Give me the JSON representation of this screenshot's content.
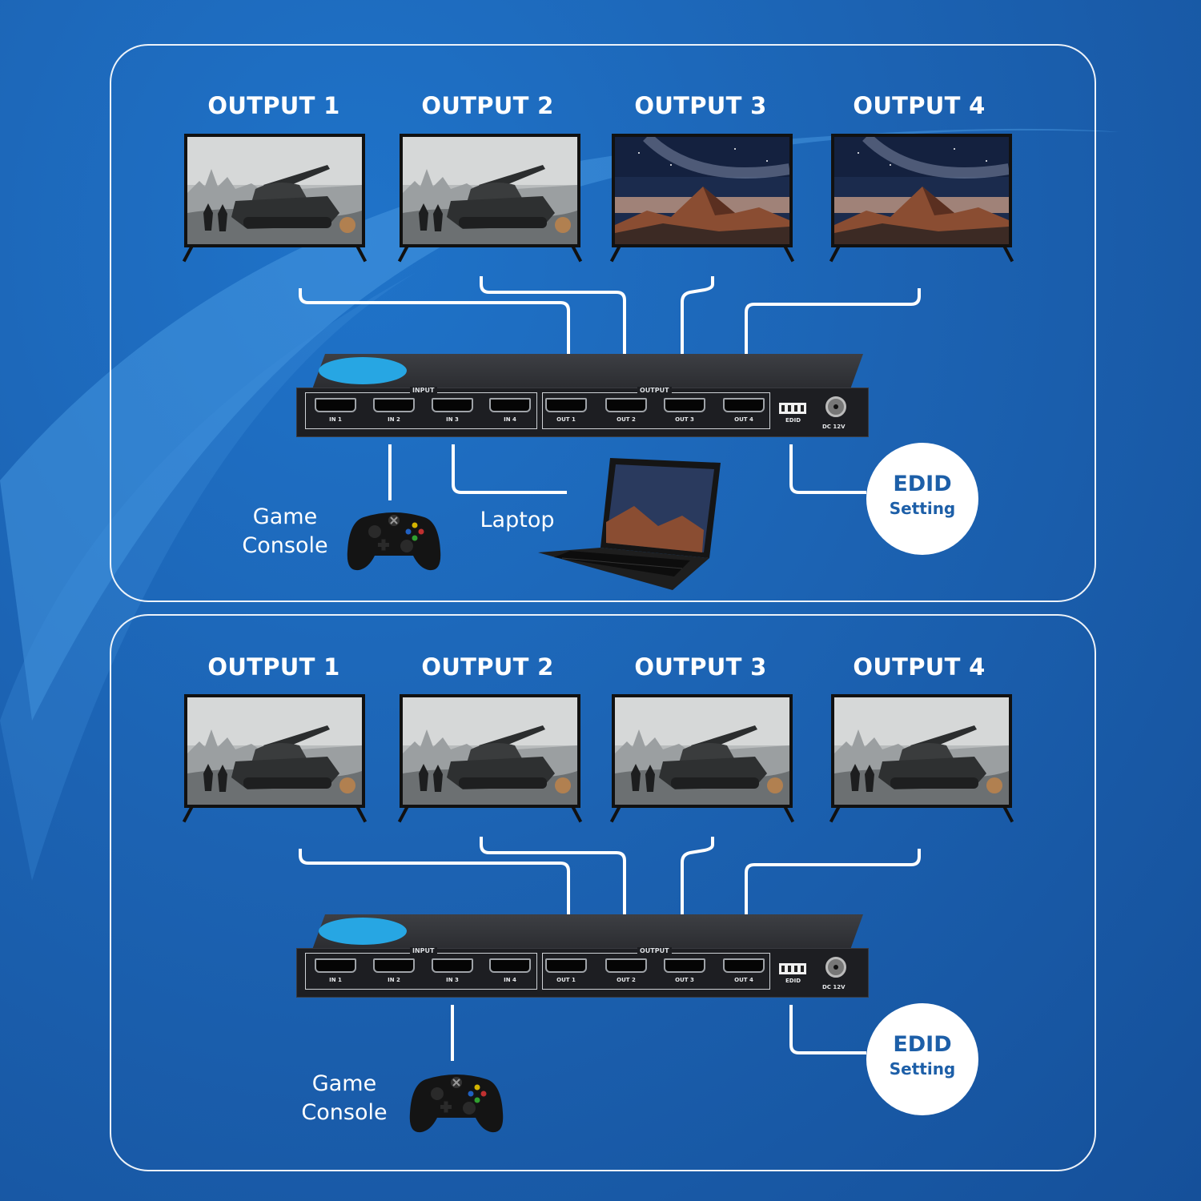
{
  "scenarios": [
    {
      "outputs": [
        "OUTPUT 1",
        "OUTPUT 2",
        "OUTPUT 3",
        "OUTPUT 4"
      ],
      "screens": [
        "tank",
        "tank",
        "mountain",
        "mountain"
      ],
      "game_console": "Game\nConsole",
      "laptop": "Laptop",
      "edid": {
        "title": "EDID",
        "subtitle": "Setting"
      }
    },
    {
      "outputs": [
        "OUTPUT 1",
        "OUTPUT 2",
        "OUTPUT 3",
        "OUTPUT 4"
      ],
      "screens": [
        "tank",
        "tank",
        "tank",
        "tank"
      ],
      "game_console": "Game\nConsole",
      "edid": {
        "title": "EDID",
        "subtitle": "Setting"
      }
    }
  ],
  "matrix": {
    "input_title": "INPUT",
    "output_title": "OUTPUT",
    "inputs": [
      "IN 1",
      "IN 2",
      "IN 3",
      "IN 4"
    ],
    "outputs": [
      "OUT 1",
      "OUT 2",
      "OUT 3",
      "OUT 4"
    ],
    "edid_label": "EDID",
    "power_label": "DC 12V",
    "brand_color": "#27a6e3"
  },
  "colors": {
    "background": "#1c63b3",
    "line": "#ffffff",
    "edid_text": "#1d5fa8"
  },
  "icons": [
    "game-controller-icon",
    "laptop-icon",
    "dip-switch-icon",
    "power-jack-icon"
  ]
}
